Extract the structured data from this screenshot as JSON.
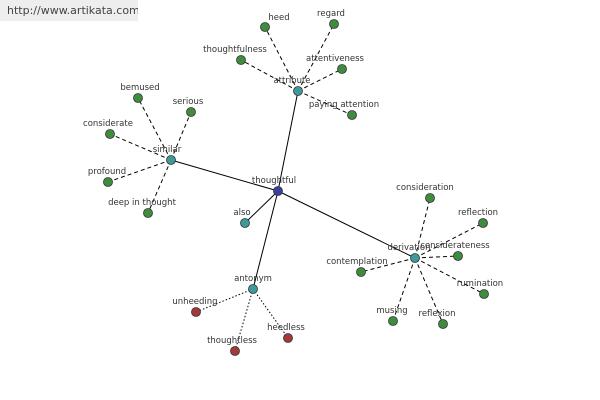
{
  "url_bar": {
    "text": "http://www.artikata.com"
  },
  "colors": {
    "root": "#3b3f9e",
    "relation": "#3d9a9a",
    "synonym": "#3f8c3f",
    "antonym_word": "#a33a3a"
  },
  "graph": {
    "root": {
      "id": "thoughtful",
      "label": "thoughtful"
    },
    "relations": [
      {
        "id": "attribute",
        "label": "attribute"
      },
      {
        "id": "similar",
        "label": "similar"
      },
      {
        "id": "also",
        "label": "also"
      },
      {
        "id": "antonym",
        "label": "antonym"
      },
      {
        "id": "derivation",
        "label": "derivation"
      }
    ],
    "words": [
      {
        "id": "heed",
        "label": "heed",
        "parent": "attribute",
        "kind": "synonym"
      },
      {
        "id": "regard",
        "label": "regard",
        "parent": "attribute",
        "kind": "synonym"
      },
      {
        "id": "thoughtfulness",
        "label": "thoughtfulness",
        "parent": "attribute",
        "kind": "synonym"
      },
      {
        "id": "attentiveness",
        "label": "attentiveness",
        "parent": "attribute",
        "kind": "synonym"
      },
      {
        "id": "paying-attention",
        "label": "paying attention",
        "parent": "attribute",
        "kind": "synonym"
      },
      {
        "id": "bemused",
        "label": "bemused",
        "parent": "similar",
        "kind": "synonym"
      },
      {
        "id": "serious",
        "label": "serious",
        "parent": "similar",
        "kind": "synonym"
      },
      {
        "id": "considerate",
        "label": "considerate",
        "parent": "similar",
        "kind": "synonym"
      },
      {
        "id": "profound",
        "label": "profound",
        "parent": "similar",
        "kind": "synonym"
      },
      {
        "id": "deep-in-thought",
        "label": "deep in thought",
        "parent": "similar",
        "kind": "synonym"
      },
      {
        "id": "unheeding",
        "label": "unheeding",
        "parent": "antonym",
        "kind": "antonym"
      },
      {
        "id": "thoughtless",
        "label": "thoughtless",
        "parent": "antonym",
        "kind": "antonym"
      },
      {
        "id": "heedless",
        "label": "heedless",
        "parent": "antonym",
        "kind": "antonym"
      },
      {
        "id": "consideration",
        "label": "consideration",
        "parent": "derivation",
        "kind": "synonym"
      },
      {
        "id": "reflection",
        "label": "reflection",
        "parent": "derivation",
        "kind": "synonym"
      },
      {
        "id": "considerateness",
        "label": "considerateness",
        "parent": "derivation",
        "kind": "synonym"
      },
      {
        "id": "contemplation",
        "label": "contemplation",
        "parent": "derivation",
        "kind": "synonym"
      },
      {
        "id": "rumination",
        "label": "rumination",
        "parent": "derivation",
        "kind": "synonym"
      },
      {
        "id": "musing",
        "label": "musing",
        "parent": "derivation",
        "kind": "synonym"
      },
      {
        "id": "reflexion",
        "label": "reflexion",
        "parent": "derivation",
        "kind": "synonym"
      }
    ]
  }
}
